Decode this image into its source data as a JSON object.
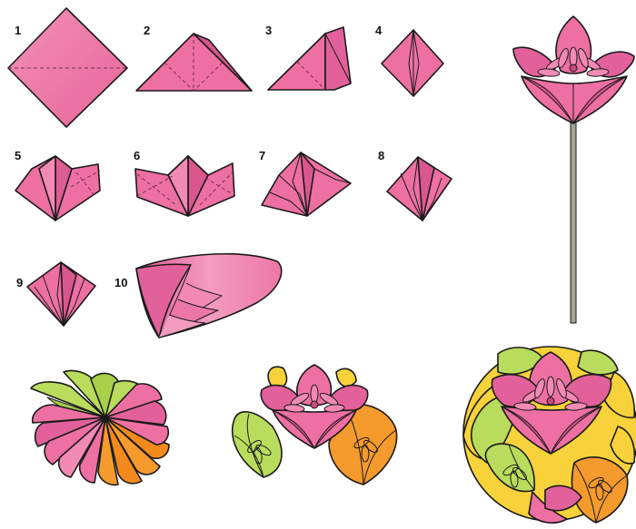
{
  "steps": [
    {
      "number": "1"
    },
    {
      "number": "2"
    },
    {
      "number": "3"
    },
    {
      "number": "4"
    },
    {
      "number": "5"
    },
    {
      "number": "6"
    },
    {
      "number": "7"
    },
    {
      "number": "8"
    },
    {
      "number": "9"
    },
    {
      "number": "10"
    }
  ],
  "colors": {
    "pink": "#ee70a2",
    "pink_dark": "#c84a80",
    "pink_light": "#f6a8c8",
    "green": "#b9dc5c",
    "green_dark": "#8fbf38",
    "orange": "#f59a2c",
    "orange_dark": "#e07a16",
    "yellow": "#f7d23a",
    "stem": "#a8a494",
    "outline": "#1a1a1a",
    "fold_line": "#7a3050"
  },
  "illustrations": {
    "single_flower": "flower-on-stem",
    "fan": "half-fan-assembly",
    "half_ball": "half-ball-assembly",
    "full_ball": "kusudama-ball"
  }
}
